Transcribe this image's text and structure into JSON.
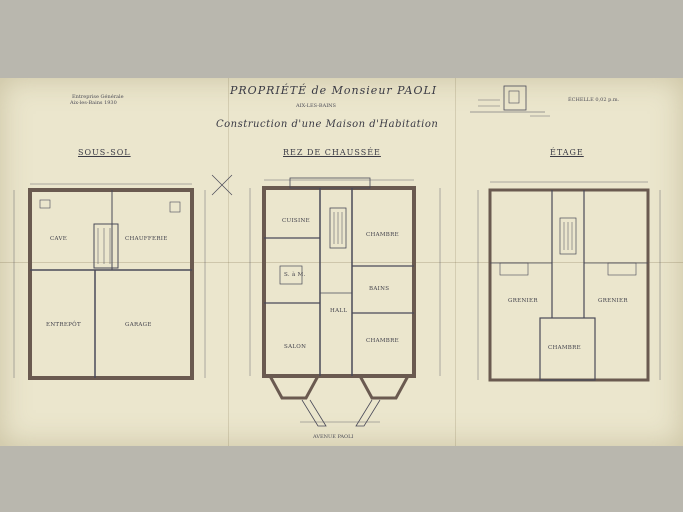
{
  "header": {
    "title": "PROPRIÉTÉ de Monsieur PAOLI",
    "location": "AIX-LES-BAINS",
    "subtitle": "Construction d'une Maison d'Habitation",
    "scale": "ÉCHELLE 0,02 p.m.",
    "architect_line1": "Entreprise Générale",
    "architect_line2": "Aix-les-Bains 1930"
  },
  "floors": {
    "basement": {
      "label": "SOUS-SOL",
      "rooms": {
        "cave": "CAVE",
        "chaufferie": "CHAUFFERIE",
        "entrepot": "ENTREPÔT",
        "garage": "GARAGE"
      }
    },
    "ground": {
      "label": "REZ DE CHAUSSÉE",
      "rooms": {
        "cuisine": "CUISINE",
        "chambre1": "CHAMBRE",
        "salle": "S. à M.",
        "bains": "BAINS",
        "hall": "HALL",
        "salon": "SALON",
        "chambre2": "CHAMBRE"
      }
    },
    "upper": {
      "label": "ÉTAGE",
      "rooms": {
        "grenier1": "GRENIER",
        "grenier2": "GRENIER",
        "chambre": "CHAMBRE"
      }
    }
  },
  "footer": {
    "street": "AVENUE PAOLI"
  }
}
